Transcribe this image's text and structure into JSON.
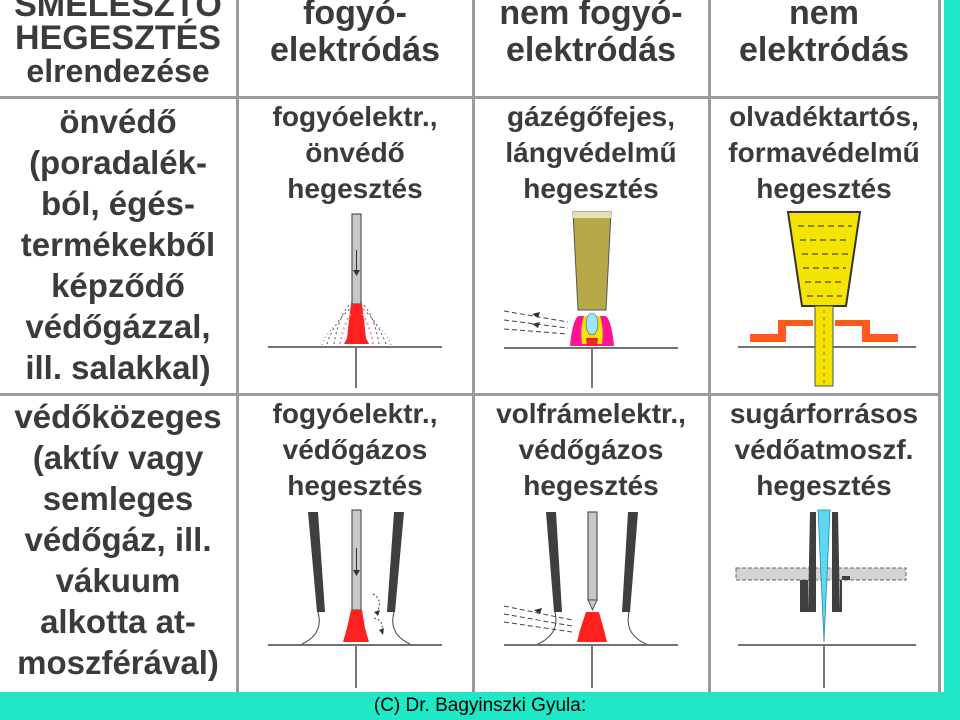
{
  "header": {
    "col0": [
      "SMELESZTŐ",
      "HEGESZTÉS",
      "elrendezése"
    ],
    "col1": [
      "fogyó-",
      "elektródás"
    ],
    "col2": [
      "nem fogyó-",
      "elektródás"
    ],
    "col3": [
      "nem",
      "elektródás"
    ]
  },
  "rows": [
    {
      "label": [
        "önvédő",
        "(poradalék-",
        "ból, égés-",
        "termékekből",
        "képződő",
        "védőgázzal,",
        "ill. salakkal)"
      ],
      "cells": [
        {
          "lines": [
            "fogyóelektr.,",
            "önvédő",
            "hegesztés"
          ],
          "figure": "self-shielded-consumable"
        },
        {
          "lines": [
            "gázégőfejes,",
            "lángvédelmű",
            "hegesztés"
          ],
          "figure": "gas-torch-flame"
        },
        {
          "lines": [
            "olvadéktartós,",
            "formavédelmű",
            "hegesztés"
          ],
          "figure": "melt-container-mould"
        }
      ]
    },
    {
      "label": [
        "védőközeges",
        "(aktív vagy",
        "semleges",
        "védőgáz, ill.",
        "vákuum",
        "alkotta at-",
        "moszférával)"
      ],
      "cells": [
        {
          "lines": [
            "fogyóelektr.,",
            "védőgázos",
            "hegesztés"
          ],
          "figure": "gas-shielded-consumable"
        },
        {
          "lines": [
            "volfrámelektr.,",
            "védőgázos",
            "hegesztés"
          ],
          "figure": "tungsten-gas-shielded"
        },
        {
          "lines": [
            "sugárforrásos",
            "védőatmoszf.",
            "hegesztés"
          ],
          "figure": "beam-source"
        }
      ]
    }
  ],
  "footer": {
    "credit": "(C) Dr. Bagyinszki Gyula:"
  },
  "colors": {
    "teal_frame": "#1ee8c6",
    "text": "#3b3b3b",
    "weld_red": "#ff2020",
    "magenta": "#ff1493",
    "yellow": "#f4e400",
    "olive": "#b7a94a",
    "orange": "#ff5a1e",
    "cyan_beam": "#5ed7f2"
  }
}
